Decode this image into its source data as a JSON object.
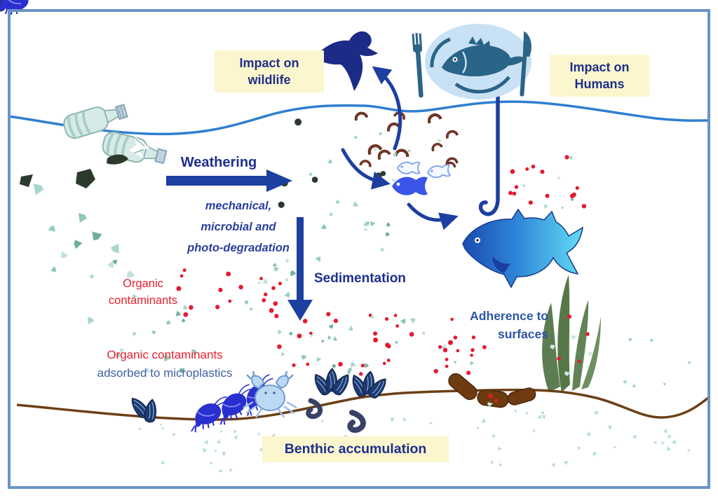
{
  "figure": {
    "title": "Microplastics in the marine environment cycle diagram"
  },
  "colors": {
    "border": "#6b93c6",
    "label_bg": "#fbf6cd",
    "heading_text": "#1e2f8c",
    "adherence_text": "#2b55a5",
    "subheading_italic": "#2b3f9e",
    "red_text": "#e8202e",
    "slate_text": "#3f5fa3",
    "arrow": "#1d3fa0",
    "water_line": "#2f7fd0",
    "seafloor": "#6b4016",
    "microplastic_teal": "#a9d6cc",
    "contaminant_red": "#e41b2e"
  },
  "labels": {
    "impact_wildlife": {
      "line1": "Impact on",
      "line2": "wildlife"
    },
    "impact_humans": {
      "line1": "Impact on",
      "line2": "Humans"
    },
    "weathering": {
      "title": "Weathering",
      "sub1": "mechanical,",
      "sub2": "microbial and",
      "sub3": "photo-degradation"
    },
    "sedimentation": "Sedimentation",
    "organic_contaminants": {
      "line1": "Organic",
      "line2": "contaminants"
    },
    "adsorbed": {
      "line1": "Organic contaminants",
      "line2": "adsorbed to microplastics"
    },
    "adherence": {
      "line1": "Adherence to",
      "line2": "surfaces"
    },
    "benthic": "Benthic accumulation"
  },
  "icons": {
    "plastic-bottles-icon": "floating plastic bottles",
    "seabird-icon": "flying seabird silhouette",
    "seafood-plate-icon": "plate with fish, fork and knife",
    "fishing-line-hook-icon": "fishing line ending in hook",
    "small-fish-icon": "small fish eating particles",
    "large-fish-icon": "large gradient blue fish",
    "zooplankton-icon": "brown zooplankton grazers",
    "microplastic-fragments-icon": "teal microplastic fragments",
    "contaminant-dots-icon": "red organic contaminant dots",
    "seaweed-icon": "seaweed blades with adhered particles",
    "mussels-icon": "mussel clusters",
    "shrimp-icon": "blue shrimp",
    "crab-icon": "light blue crab",
    "worms-icon": "benthic worms",
    "sea-cucumber-icon": "sea cucumbers"
  }
}
